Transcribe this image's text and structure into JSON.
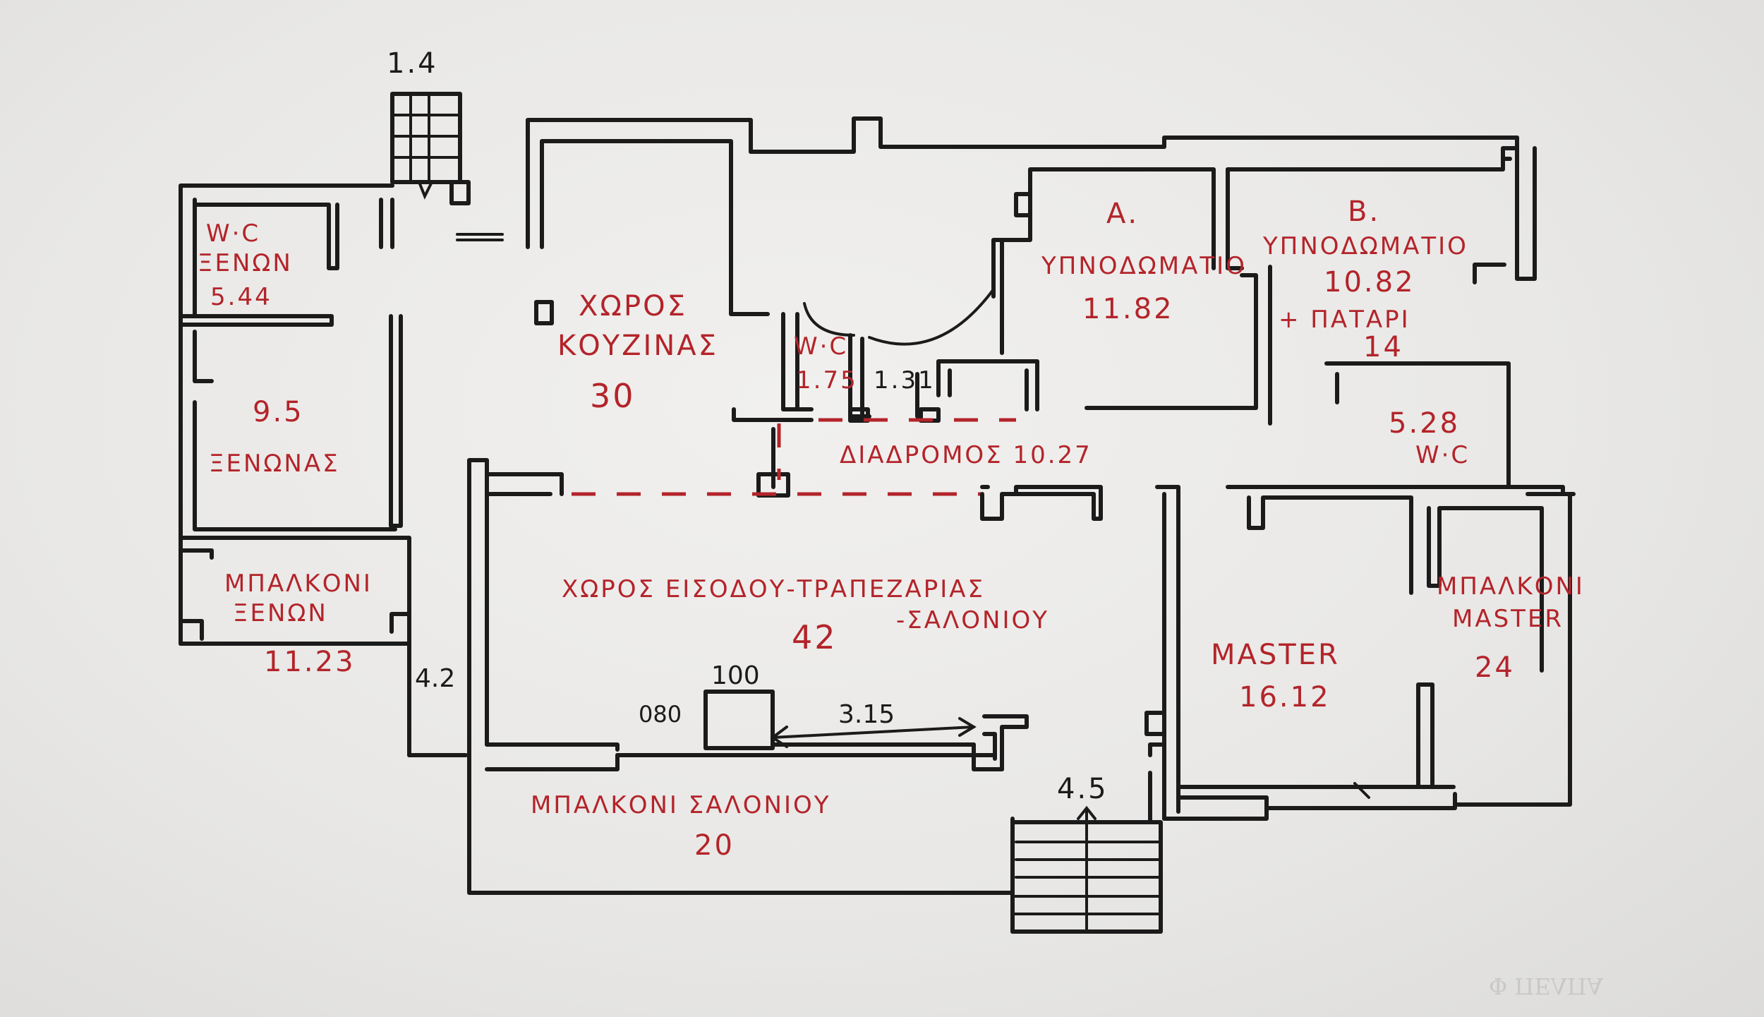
{
  "plan": {
    "rooms": {
      "stair_top": "1.4",
      "wc_guest": {
        "line1": "W·C",
        "line2": "ΞΕΝΩΝ",
        "area": "5.44"
      },
      "kitchen": {
        "line1": "ΧΩΡΟΣ",
        "line2": "ΚΟΥΖΙΝΑΣ",
        "area": "30"
      },
      "wc_small": {
        "line1": "W·C",
        "area1": "1.75",
        "area2": "1.31"
      },
      "bedroom_a": {
        "line1": "Α.",
        "line2": "ΥΠΝΟΔΩΜΑΤΙΟ",
        "area": "11.82"
      },
      "bedroom_b": {
        "line1": "Β.",
        "line2": "ΥΠΝΟΔΩΜΑΤΙΟ",
        "area": "10.82",
        "extra": "+ ΠΑΤΑΡΙ",
        "extra_area": "14"
      },
      "guest_room": {
        "area": "9.5",
        "name": "ΞΕΝΩΝΑΣ"
      },
      "corridor": {
        "label": "ΔΙΑΔΡΟΜΟΣ 10.27"
      },
      "wc_master_side": {
        "area": "5.28",
        "name": "W·C"
      },
      "balcony_guest": {
        "line1": "ΜΠΑΛΚΟΝΙ",
        "line2": "ΞΕΝΩΝ",
        "area": "11.23"
      },
      "living": {
        "line1": "ΧΩΡΟΣ ΕΙΣΟΔΟΥ-ΤΡΑΠΕΖΑΡΙΑΣ",
        "line2": "-ΣΑΛΟΝΙΟΥ",
        "area": "42"
      },
      "master": {
        "name": "MASTER",
        "area": "16.12"
      },
      "balcony_master": {
        "line1": "ΜΠΑΛΚΟΝΙ",
        "line2": "MASTER",
        "area": "24"
      },
      "balcony_living": {
        "line1": "ΜΠΑΛΚΟΝΙ ΣΑΛΟΝΙΟΥ",
        "area": "20"
      },
      "stair_bottom": "4.5"
    },
    "dimensions": {
      "side": "4.2",
      "opening_width": "100",
      "opening_height": "080",
      "run": "3.15"
    },
    "ghost_text": "Φ ΠΕΛΠΑ",
    "colors": {
      "ink": "#1b1b1b",
      "marker": "#b3242a",
      "paper": "#eceae8"
    }
  }
}
